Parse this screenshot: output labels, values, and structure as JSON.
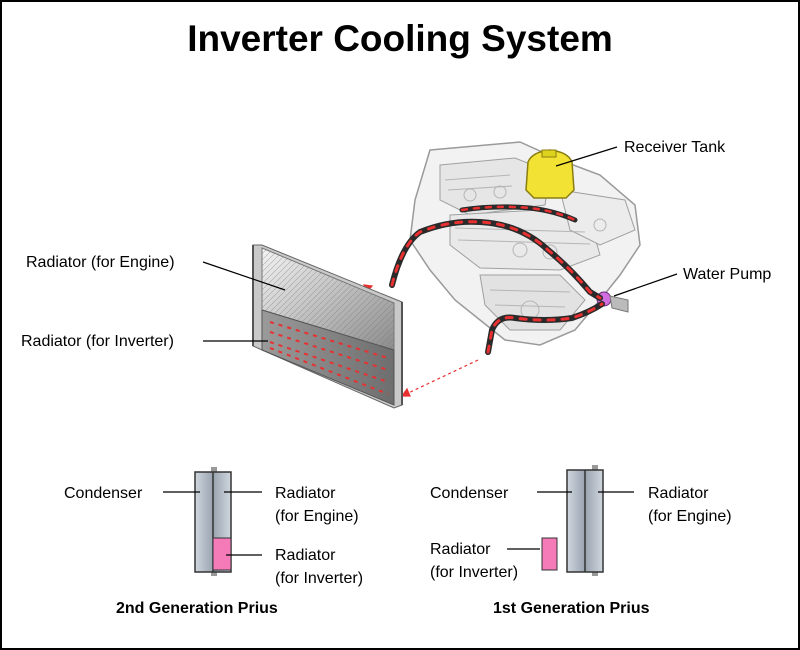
{
  "title": "Inverter Cooling System",
  "main_diagram": {
    "receiver_tank": "Receiver Tank",
    "water_pump": "Water Pump",
    "radiator_engine": "Radiator (for Engine)",
    "radiator_inverter": "Radiator (for Inverter)"
  },
  "gen2": {
    "caption": "2nd Generation Prius",
    "condenser": "Condenser",
    "radiator_engine_line1": "Radiator",
    "radiator_engine_line2": "(for Engine)",
    "radiator_inverter_line1": "Radiator",
    "radiator_inverter_line2": "(for Inverter)"
  },
  "gen1": {
    "caption": "1st Generation Prius",
    "condenser": "Condenser",
    "radiator_engine_line1": "Radiator",
    "radiator_engine_line2": "(for Engine)",
    "radiator_inverter_line1": "Radiator",
    "radiator_inverter_line2": "(for Inverter)"
  },
  "colors": {
    "coolant_hose": "#e83030",
    "receiver_tank": "#f2e234",
    "water_pump": "#d06ee0",
    "inverter_radiator": "#f47ab8",
    "core_panel": "#a9b3bf"
  }
}
